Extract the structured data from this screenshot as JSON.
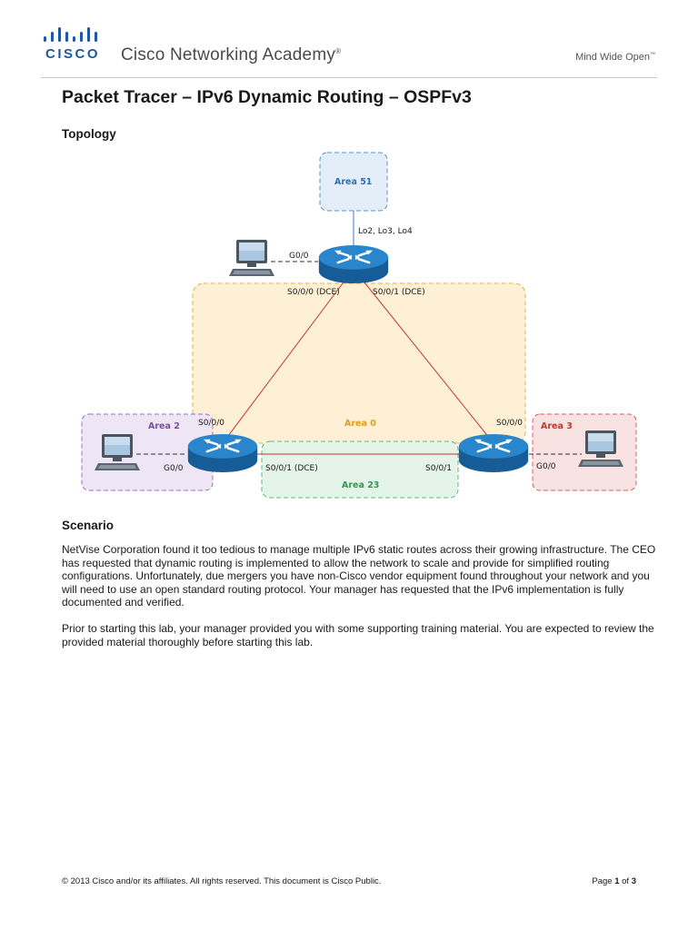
{
  "header": {
    "brand": "CISCO",
    "academy": "Cisco Networking Academy",
    "academy_mark": "®",
    "tagline": "Mind Wide Open",
    "tagline_mark": "™"
  },
  "document": {
    "title": "Packet Tracer – IPv6 Dynamic Routing – OSPFv3",
    "topology_heading": "Topology",
    "scenario_heading": "Scenario",
    "paragraphs": [
      "NetVise Corporation found it too tedious to manage multiple IPv6 static routes across their growing infrastructure. The CEO has requested that dynamic routing is implemented to allow the network to scale and provide for simplified routing configurations. Unfortunately, due mergers you have non-Cisco vendor equipment found throughout your network and you will need to use an open standard routing protocol. Your manager has requested that the IPv6 implementation is fully documented and verified.",
      "Prior to starting this lab, your manager provided you with some supporting training material. You are expected to review the provided material thoroughly before starting this lab."
    ]
  },
  "topology": {
    "areas": {
      "area51": "Area 51",
      "area0": "Area 0",
      "area2": "Area 2",
      "area3": "Area 3",
      "area23": "Area 23"
    },
    "interfaces": {
      "top_loopbacks": "Lo2, Lo3, Lo4",
      "top_g00": "G0/0",
      "top_s000": "S0/0/0 (DCE)",
      "top_s001": "S0/0/1 (DCE)",
      "left_s000": "S0/0/0",
      "left_g00": "G0/0",
      "left_s001": "S0/0/1 (DCE)",
      "right_s000": "S0/0/0",
      "right_s001": "S0/0/1",
      "right_g00": "G0/0"
    },
    "colors": {
      "area51_fill": "#e3eef9",
      "area51_stroke": "#5b8fd1",
      "area0_fill": "#fdf0d4",
      "area0_stroke": "#e3b24b",
      "area2_fill": "#efe6f5",
      "area2_stroke": "#9a73b8",
      "area3_fill": "#f9e2e2",
      "area3_stroke": "#d46060",
      "area23_fill": "#e4f4e8",
      "area23_stroke": "#5fba78",
      "serial_link": "#c0392b",
      "router": "#1e73b8"
    }
  },
  "footer": {
    "copyright": "© 2013 Cisco and/or its affiliates. All rights reserved. This document is Cisco Public.",
    "page_prefix": "Page",
    "page_num": "1",
    "page_of": "of",
    "page_total": "3"
  }
}
